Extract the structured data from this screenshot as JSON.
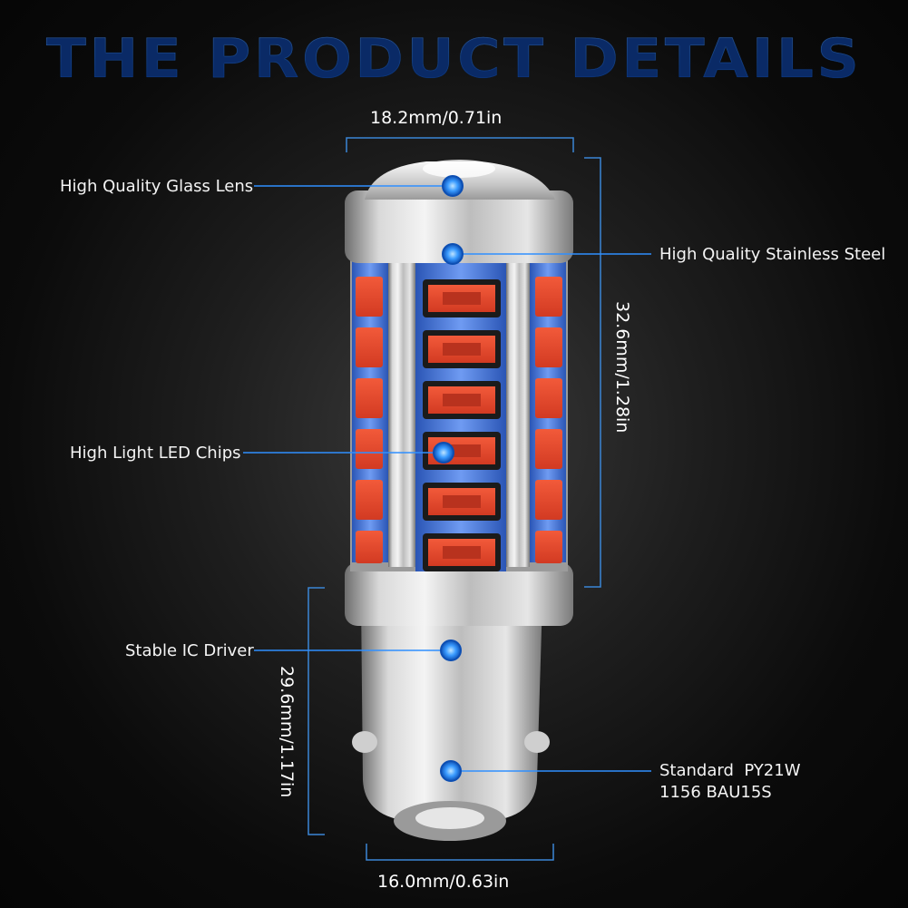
{
  "title": "THE PRODUCT DETAILS",
  "dimensions": {
    "top_width": "18.2mm/0.71in",
    "body_height": "32.6mm/1.28in",
    "base_height": "29.6mm/1.17in",
    "base_width": "16.0mm/0.63in"
  },
  "callouts": {
    "glass_lens": "High Quality Glass Lens",
    "stainless_steel": "High Quality Stainless Steel",
    "led_chips": "High Light LED Chips",
    "ic_driver": "Stable IC Driver",
    "standard_line1": "Standard  PY21W",
    "standard_line2": "1156 BAU15S"
  },
  "colors": {
    "accent": "#2f8fff",
    "led_red": "#e8472e",
    "led_blue": "#3a6fd8",
    "steel": "#c9c9c9"
  }
}
